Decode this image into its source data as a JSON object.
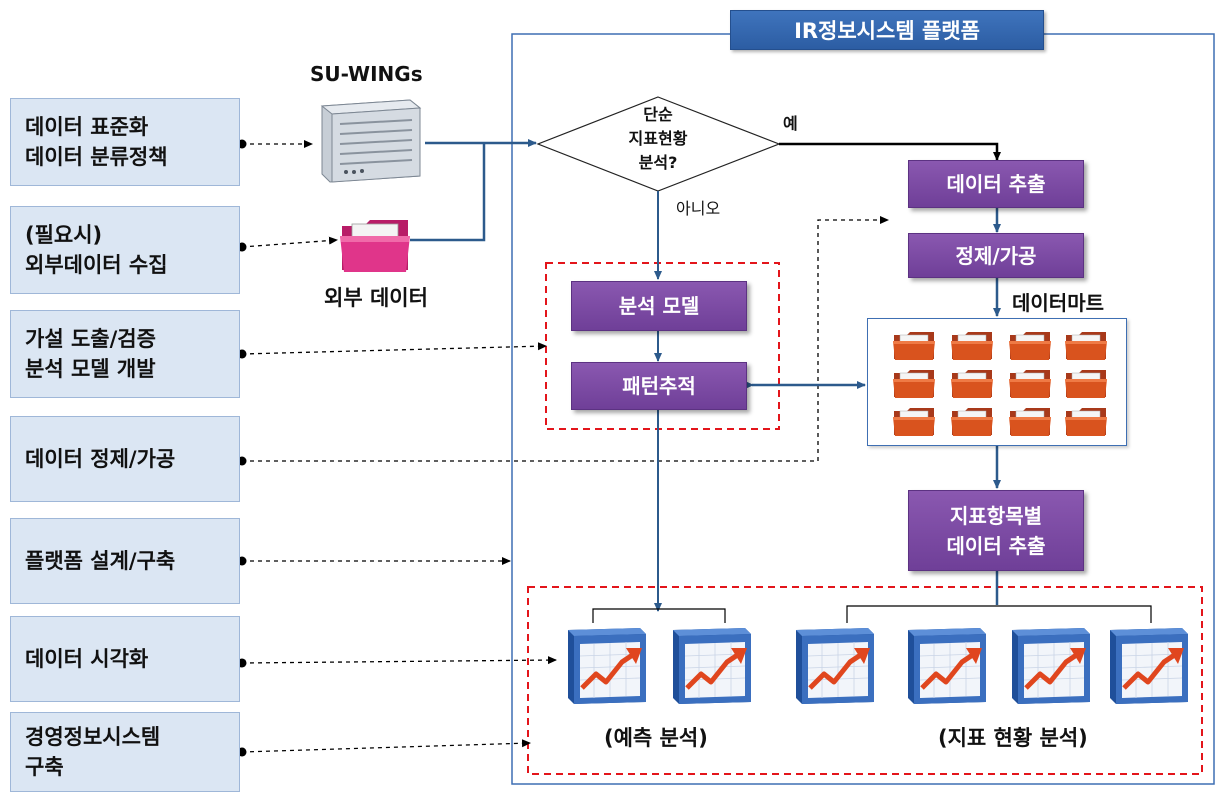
{
  "platform": {
    "title": "IR정보시스템 플랫폼"
  },
  "left_tasks": [
    [
      "데이터 표준화",
      "데이터 분류정책"
    ],
    [
      "(필요시)",
      "외부데이터 수집"
    ],
    [
      "가설 도출/검증",
      "분석 모델 개발"
    ],
    [
      "데이터 정제/가공"
    ],
    [
      "플랫폼 설계/구축"
    ],
    [
      "데이터 시각화"
    ],
    [
      "경영정보시스템",
      "구축"
    ]
  ],
  "sources": {
    "server_label": "SU-WINGs",
    "external_label": "외부 데이터"
  },
  "decision": {
    "lines": [
      "단순",
      "지표현황",
      "분석?"
    ],
    "yes": "예",
    "no": "아니오"
  },
  "process": {
    "extract": "데이터 추출",
    "cleanse": "정제/가공",
    "datamart": "데이터마트",
    "model": "분석 모델",
    "pattern": "패턴추적",
    "indicator": [
      "지표항목별",
      "데이터 추출"
    ]
  },
  "outputs": {
    "predictive": "(예측 분석)",
    "status": "(지표 현황 분석)"
  },
  "colors": {
    "purple": "#7b4aa3",
    "blue_title": "#2f62ab",
    "left_box": "#dbe6f3",
    "dash_red": "#e3151b",
    "arrow_blue": "#2c5a8c",
    "folder_orange": "#d9531e"
  },
  "icons": {
    "server": "server-icon",
    "external": "folder-icon",
    "datamart": "folder-icon",
    "chart": "rising-chart-icon"
  }
}
